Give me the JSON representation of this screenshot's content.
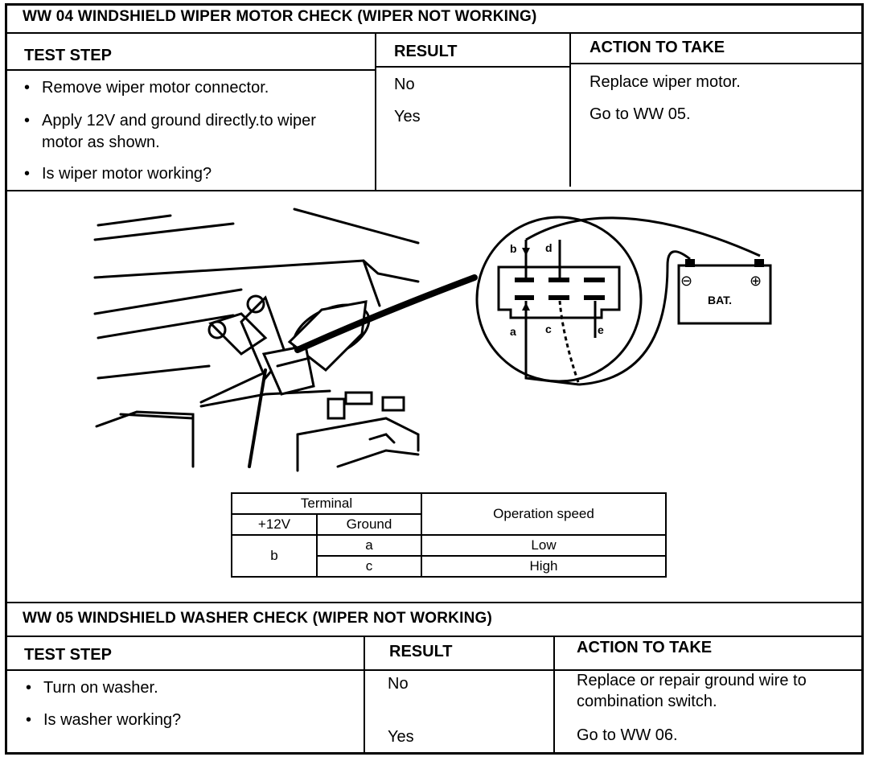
{
  "ww04": {
    "title": "WW 04    WINDSHIELD WIPER MOTOR CHECK (WIPER NOT WORKING)",
    "headers": {
      "test_step": "TEST STEP",
      "result": "RESULT",
      "action": "ACTION TO TAKE"
    },
    "steps": [
      "Remove wiper motor connector.",
      "Apply 12V and ground directly.to wiper motor as shown.",
      "Is wiper motor working?"
    ],
    "results": [
      "No",
      "Yes"
    ],
    "actions": [
      "Replace wiper motor.",
      "Go to WW 05."
    ]
  },
  "diagram": {
    "terminal_labels": {
      "b": "b",
      "d": "d",
      "a": "a",
      "c": "c",
      "e": "e"
    },
    "battery_label": "BAT.",
    "neg_symbol": "⊖",
    "pos_symbol": "⊕"
  },
  "terminal_table": {
    "header_terminal": "Terminal",
    "header_plus12v": "+12V",
    "header_ground": "Ground",
    "header_speed": "Operation speed",
    "plus12v_value": "b",
    "rows": [
      {
        "ground": "a",
        "speed": "Low"
      },
      {
        "ground": "c",
        "speed": "High"
      }
    ]
  },
  "ww05": {
    "title": "WW  05    WINDSHIELD WASHER CHECK (WIPER NOT WORKING)",
    "headers": {
      "test_step": "TEST STEP",
      "result": "RESULT",
      "action": "ACTION TO TAKE"
    },
    "steps": [
      "Turn on washer.",
      "Is washer working?"
    ],
    "results": [
      "No",
      "Yes"
    ],
    "actions": [
      "Replace or repair ground wire to combination switch.",
      "Go to WW 06."
    ]
  }
}
